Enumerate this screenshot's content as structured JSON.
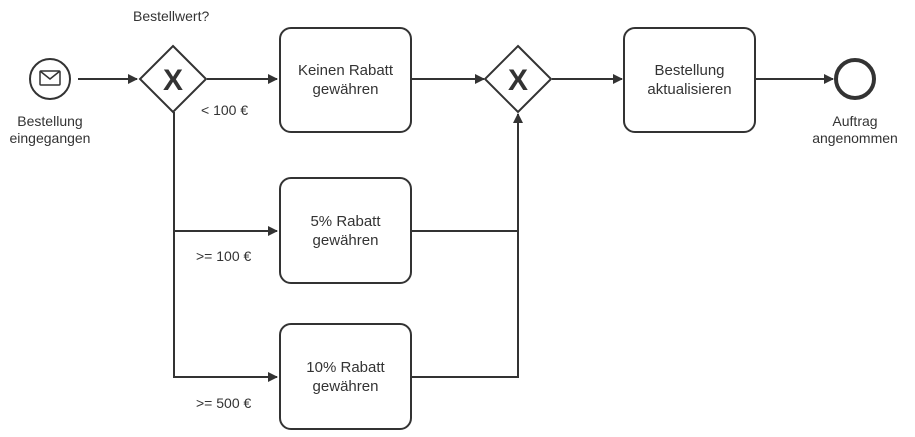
{
  "start_event": {
    "label_line1": "Bestellung",
    "label_line2": "eingegangen",
    "icon": "envelope-icon"
  },
  "gateway_split": {
    "question": "Bestellwert?",
    "marker": "X"
  },
  "gateway_join": {
    "marker": "X"
  },
  "tasks": {
    "no_discount": {
      "line1": "Keinen Rabatt",
      "line2": "gewähren"
    },
    "discount_5": {
      "line1": "5% Rabatt",
      "line2": "gewähren"
    },
    "discount_10": {
      "line1": "10% Rabatt",
      "line2": "gewähren"
    },
    "update_order": {
      "line1": "Bestellung",
      "line2": "aktualisieren"
    }
  },
  "conditions": {
    "lt_100": "< 100 €",
    "ge_100": ">= 100 €",
    "ge_500": ">= 500 €"
  },
  "end_event": {
    "label_line1": "Auftrag",
    "label_line2": "angenommen"
  }
}
